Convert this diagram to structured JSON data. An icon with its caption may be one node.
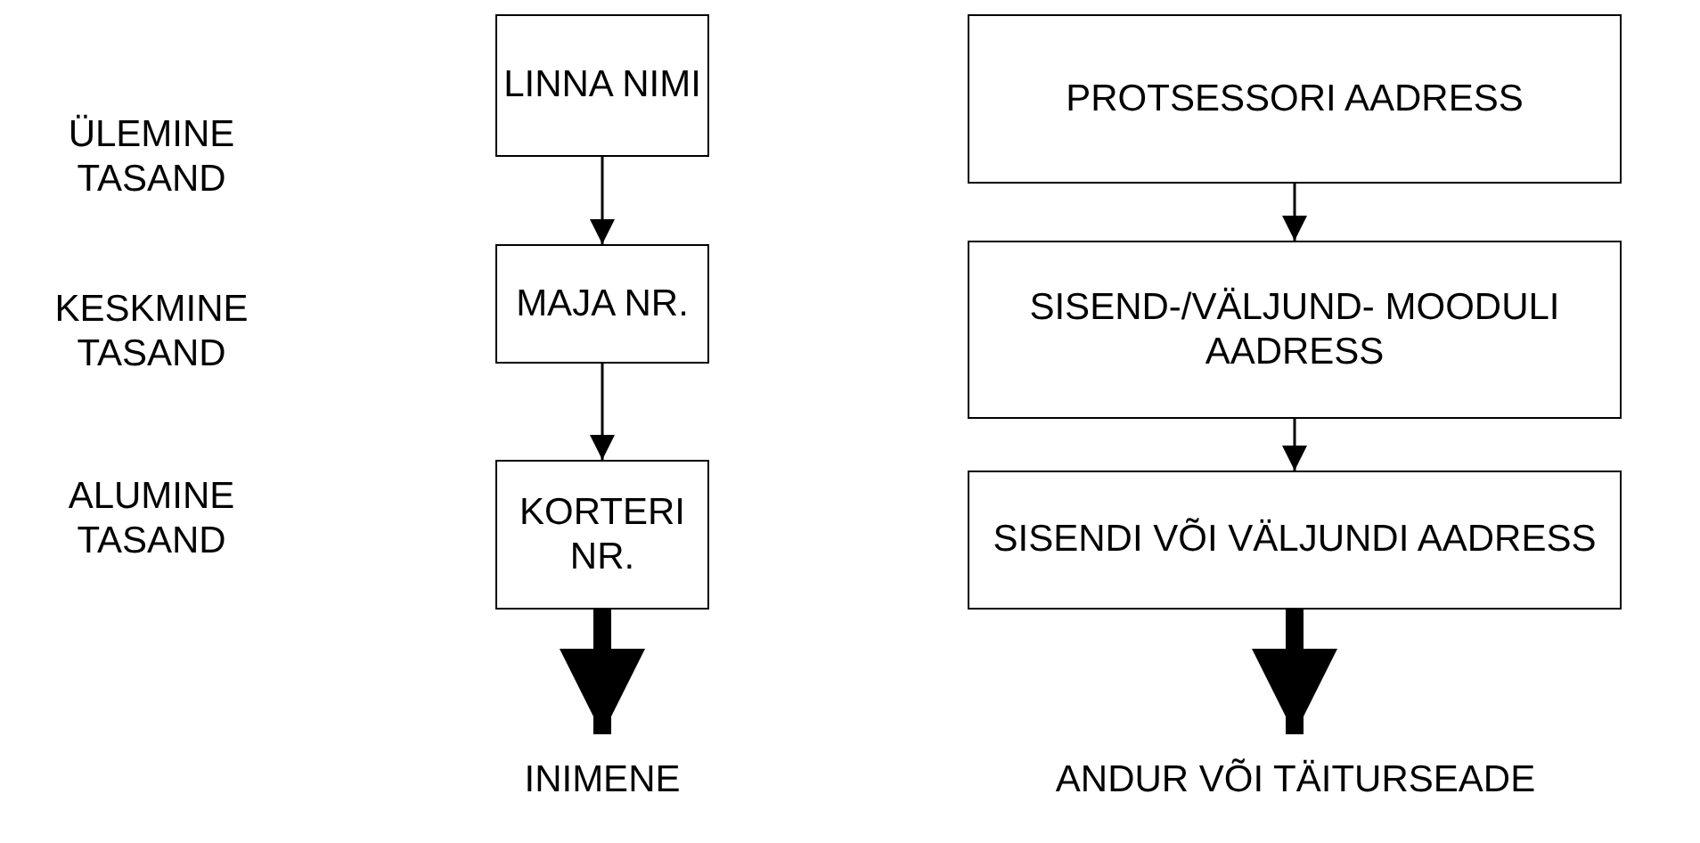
{
  "diagram": {
    "nodes": [
      {
        "text": [
          "LINNA NIMI"
        ]
      },
      {
        "text": [
          "MAJA NR."
        ]
      },
      {
        "text": [
          "KORTERI NR."
        ]
      },
      {
        "text": [
          "PROTSESSORI AADRESS"
        ]
      },
      {
        "text": [
          "SISEND-/VÄLJUND- MOODULI AADRESS"
        ]
      },
      {
        "text": [
          "SISENDI VÕI VÄLJUNDI AADRESS"
        ]
      },
      {
        "text": [
          "INIMENE"
        ]
      },
      {
        "text": [
          "ANDUR VÕI TÄITURSEADE"
        ]
      }
    ],
    "edges": [
      {
        "from": 0,
        "to": 1,
        "arrow": "to"
      },
      {
        "from": 1,
        "to": 2,
        "arrow": "to"
      },
      {
        "from": 2,
        "to": 6,
        "arrow": "to",
        "style": "thick"
      },
      {
        "from": 3,
        "to": 4,
        "arrow": "to"
      },
      {
        "from": 4,
        "to": 5,
        "arrow": "to"
      },
      {
        "from": 5,
        "to": 7,
        "arrow": "to",
        "style": "thick"
      }
    ],
    "labels": [
      "ÜLEMINE TASAND",
      "KESKMINE TASAND",
      "ALUMINE TASAND"
    ]
  }
}
